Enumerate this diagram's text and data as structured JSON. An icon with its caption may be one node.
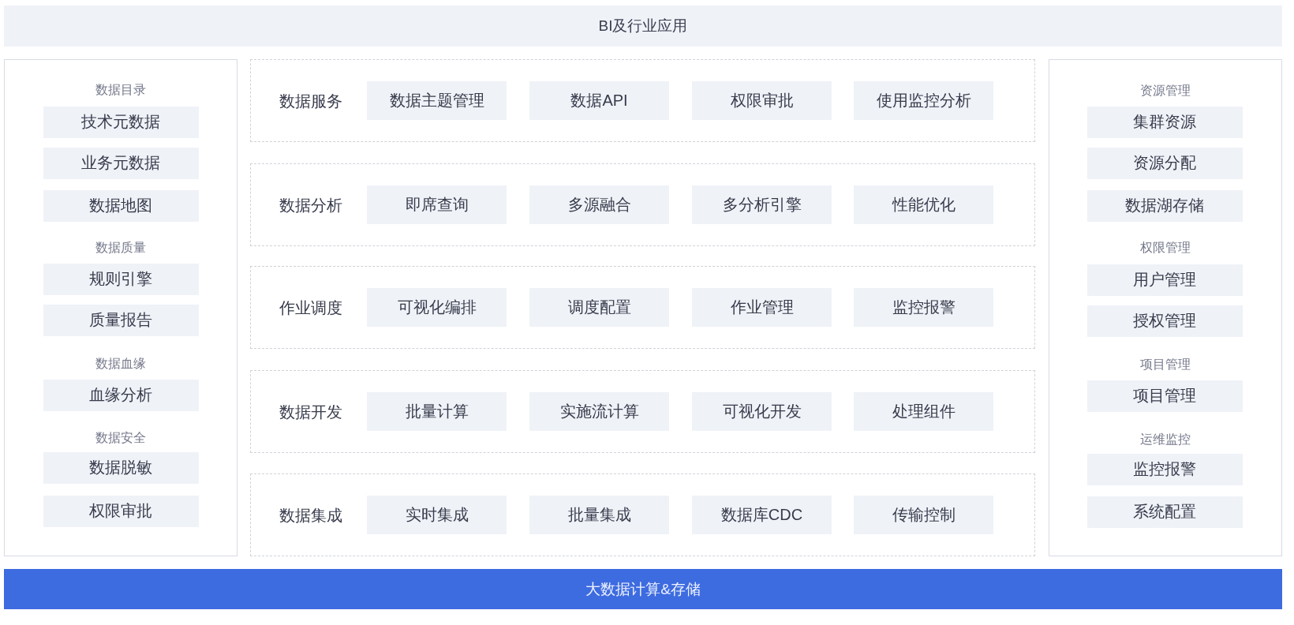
{
  "diagram": {
    "nodes": [
      {
        "text": [
          "BI及行业应用"
        ]
      },
      {
        "text": [],
        "shape": "box"
      },
      {
        "text": [
          "技术元数据"
        ],
        "in": 1
      },
      {
        "text": [
          "业务元数据"
        ],
        "in": 1
      },
      {
        "text": [
          "数据地图"
        ],
        "in": 1
      },
      {
        "text": [
          "规则引擎"
        ],
        "in": 1
      },
      {
        "text": [
          "质量报告"
        ],
        "in": 1
      },
      {
        "text": [
          "血缘分析"
        ],
        "in": 1
      },
      {
        "text": [
          "数据脱敏"
        ],
        "in": 1
      },
      {
        "text": [
          "权限审批"
        ],
        "in": 1
      },
      {
        "text": [
          "数据服务"
        ]
      },
      {
        "text": [
          "数据主题管理"
        ],
        "in": 10
      },
      {
        "text": [
          "数据API"
        ],
        "in": 10
      },
      {
        "text": [
          "权限审批"
        ],
        "in": 10
      },
      {
        "text": [
          "使用监控分析"
        ],
        "in": 10
      },
      {
        "text": [
          "数据分析"
        ]
      },
      {
        "text": [
          "即席查询"
        ],
        "in": 15
      },
      {
        "text": [
          "多源融合"
        ],
        "in": 15
      },
      {
        "text": [
          "多分析引擎"
        ],
        "in": 15
      },
      {
        "text": [
          "性能优化"
        ],
        "in": 15
      },
      {
        "text": [
          "作业调度"
        ]
      },
      {
        "text": [
          "可视化编排"
        ],
        "in": 20
      },
      {
        "text": [
          "调度配置"
        ],
        "in": 20
      },
      {
        "text": [
          "作业管理"
        ],
        "in": 20
      },
      {
        "text": [
          "监控报警"
        ],
        "in": 20
      },
      {
        "text": [
          "数据开发"
        ]
      },
      {
        "text": [
          "批量计算"
        ],
        "in": 25
      },
      {
        "text": [
          "实施流计算"
        ],
        "in": 25
      },
      {
        "text": [
          "可视化开发"
        ],
        "in": 25
      },
      {
        "text": [
          "处理组件"
        ],
        "in": 25
      },
      {
        "text": [
          "数据集成"
        ]
      },
      {
        "text": [
          "实时集成"
        ],
        "in": 30
      },
      {
        "text": [
          "批量集成"
        ],
        "in": 30
      },
      {
        "text": [
          "数据库CDC"
        ],
        "in": 30
      },
      {
        "text": [
          "传输控制"
        ],
        "in": 30
      },
      {
        "text": [],
        "shape": "box"
      },
      {
        "text": [
          "集群资源"
        ],
        "in": 35
      },
      {
        "text": [
          "资源分配"
        ],
        "in": 35
      },
      {
        "text": [
          "数据湖存储"
        ],
        "in": 35
      },
      {
        "text": [
          "用户管理"
        ],
        "in": 35
      },
      {
        "text": [
          "授权管理"
        ],
        "in": 35
      },
      {
        "text": [
          "项目管理"
        ],
        "in": 35
      },
      {
        "text": [
          "监控报警"
        ],
        "in": 35
      },
      {
        "text": [
          "系统配置"
        ],
        "in": 35
      },
      {
        "text": [
          "大数据计算&存储"
        ]
      }
    ],
    "labels": [
      "数据目录",
      "数据质量",
      "数据血缘",
      "数据安全",
      "资源管理",
      "权限管理",
      "项目管理",
      "运维监控"
    ]
  }
}
